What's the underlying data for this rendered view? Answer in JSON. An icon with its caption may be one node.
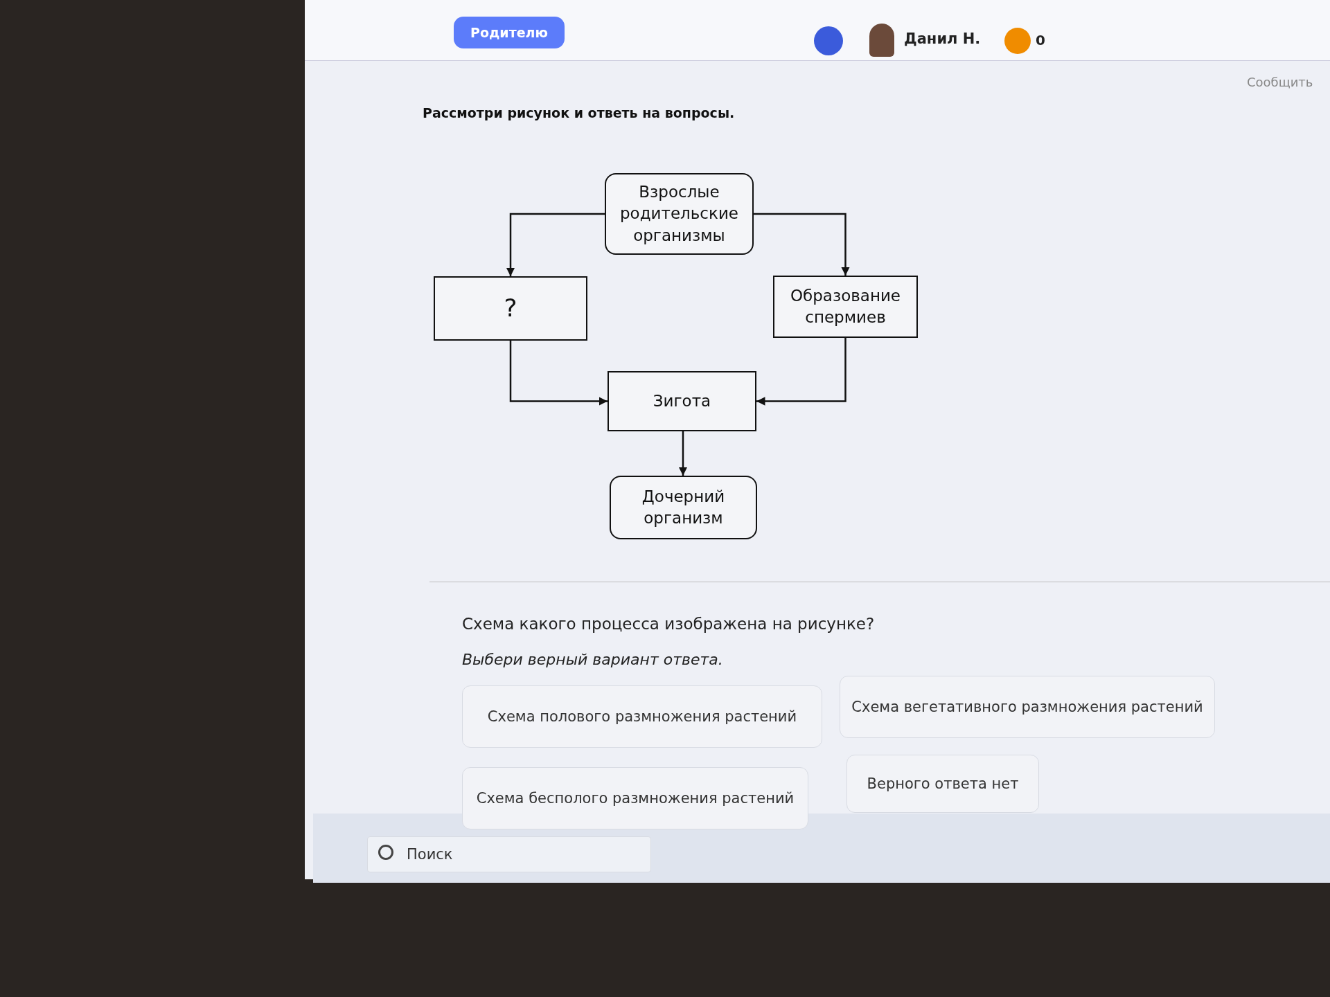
{
  "diagram": {
    "title": "Рассмотри рисунок и ответь на вопросы.",
    "nodes": [
      {
        "text": [
          "Взрослые родительские организмы"
        ]
      },
      {
        "text": [
          "?"
        ]
      },
      {
        "text": [
          "Образование спермиев"
        ]
      },
      {
        "text": [
          "Зигота"
        ]
      },
      {
        "text": [
          "Дочерний организм"
        ]
      }
    ],
    "edges": [
      {
        "from": 0,
        "to": 1,
        "arrow": "to"
      },
      {
        "from": 0,
        "to": 2,
        "arrow": "to"
      },
      {
        "from": 1,
        "to": 3,
        "arrow": "to"
      },
      {
        "from": 2,
        "to": 3,
        "arrow": "to"
      },
      {
        "from": 3,
        "to": 4,
        "arrow": "to"
      }
    ],
    "labels": [
      "Родителю",
      "Данил Н.",
      "0",
      "Сообщить",
      "Схема какого процесса изображена на рисунке?",
      "Выбери верный вариант ответа.",
      "Схема полового размножения растений",
      "Схема вегетативного размножения растений",
      "Схема бесполого размножения растений",
      "Верного ответа нет",
      "Поиск"
    ]
  }
}
